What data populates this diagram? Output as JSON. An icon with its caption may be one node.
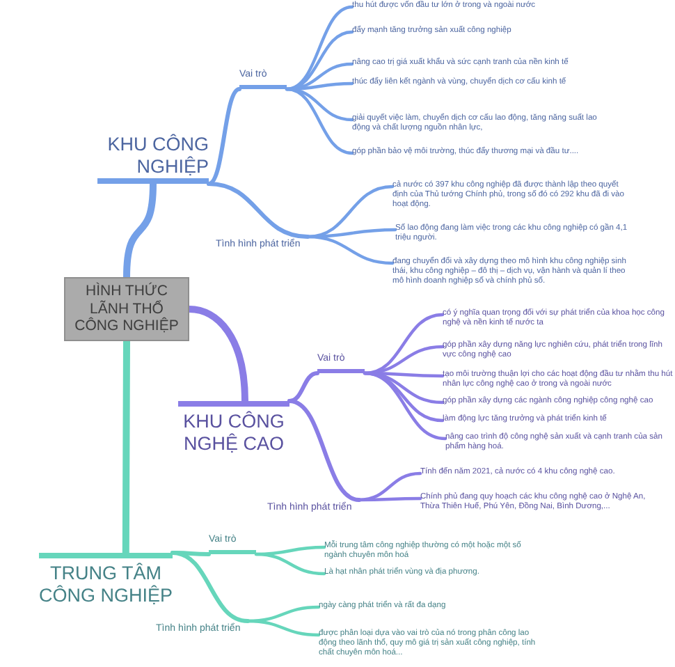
{
  "diagram": {
    "nodes": [
      {
        "text": [
          "HÌNH THỨC LÃNH THỔ CÔNG NGHIỆP"
        ]
      },
      {
        "text": [
          "KHU CÔNG NGHIỆP"
        ]
      },
      {
        "text": [
          "Vai trò"
        ]
      },
      {
        "text": [
          "thu hút được vốn đầu tư lớn ở trong và ngoài nước"
        ]
      },
      {
        "text": [
          "đẩy mạnh tăng trưởng sản xuất công nghiệp"
        ]
      },
      {
        "text": [
          "nâng cao trị giá xuất khẩu và sức cạnh tranh của nền kinh tế"
        ]
      },
      {
        "text": [
          "thúc đẩy liên kết ngành và vùng, chuyển dịch cơ cấu kinh tế"
        ]
      },
      {
        "text": [
          "giải quyết việc làm, chuyển dịch cơ cấu lao động, tăng năng suất lao động và chất lượng nguồn nhân lực,"
        ]
      },
      {
        "text": [
          "góp phần bảo vệ môi trường, thúc đẩy thương mại và đầu tư...."
        ]
      },
      {
        "text": [
          "Tình hình phát triển"
        ]
      },
      {
        "text": [
          "cả nước có 397 khu công nghiệp đã được thành lập theo quyết định của Thủ tướng Chính phủ, trong số đó có 292 khu đã đi vào hoạt động."
        ]
      },
      {
        "text": [
          "Số lao động đang làm việc trong các khu công nghiệp có gần 4,1 triệu người."
        ]
      },
      {
        "text": [
          "đang chuyển đổi và xây dựng theo mô hình khu công nghiệp sinh thái, khu công nghiệp – đô thị – dịch vụ, vận hành và quản lí theo mô hình doanh nghiệp số và chính phủ số."
        ]
      },
      {
        "text": [
          "KHU CÔNG NGHỆ CAO"
        ]
      },
      {
        "text": [
          "Vai trò"
        ]
      },
      {
        "text": [
          "có ý nghĩa quan trọng đối với sự phát triển của khoa học công nghệ và nền kinh tế nước ta"
        ]
      },
      {
        "text": [
          "góp phần xây dựng năng lực nghiên cứu, phát triển trong lĩnh vực công nghệ cao"
        ]
      },
      {
        "text": [
          "tạo môi trường thuận lợi cho các hoạt động đầu tư nhằm thu hút nhân lực công nghệ cao ở trong và ngoài nước"
        ]
      },
      {
        "text": [
          "góp phần xây dựng các ngành công nghiệp công nghệ cao"
        ]
      },
      {
        "text": [
          "làm động lực tăng trưởng và phát triển kinh tế"
        ]
      },
      {
        "text": [
          "nâng cao trình độ công nghệ sản xuất và cạnh tranh của sản phẩm hàng hoá."
        ]
      },
      {
        "text": [
          "Tình hình phát triển"
        ]
      },
      {
        "text": [
          "Tính đến năm 2021, cả nước có 4 khu công nghệ cao."
        ]
      },
      {
        "text": [
          "Chính phủ đang quy hoạch các khu công nghệ cao ở Nghệ An, Thừa Thiên Huế, Phú Yên, Đồng Nai, Bình Dương,..."
        ]
      },
      {
        "text": [
          "TRUNG TÂM CÔNG NGHIỆP"
        ]
      },
      {
        "text": [
          "Vai trò"
        ]
      },
      {
        "text": [
          "Mỗi trung tâm công nghiệp thường có một hoặc một số ngành chuyên môn hoá"
        ]
      },
      {
        "text": [
          "Là hạt nhân phát triển vùng và địa phương."
        ]
      },
      {
        "text": [
          "Tình hình phát triển"
        ]
      },
      {
        "text": [
          "ngày càng phát triển và rất đa dạng"
        ]
      },
      {
        "text": [
          "được phân loại dựa vào vai trò của nó trong phân công lao động theo lãnh thổ, quy mô giá trị sản xuất công nghiệp, tính chất chuyên môn hoá..."
        ]
      }
    ],
    "edges": [
      {
        "from": 0,
        "to": 1,
        "arrow": "none",
        "style": "thick"
      },
      {
        "from": 1,
        "to": 2,
        "arrow": "none"
      },
      {
        "from": 2,
        "to": 3,
        "arrow": "none"
      },
      {
        "from": 2,
        "to": 4,
        "arrow": "none"
      },
      {
        "from": 2,
        "to": 5,
        "arrow": "none"
      },
      {
        "from": 2,
        "to": 6,
        "arrow": "none"
      },
      {
        "from": 2,
        "to": 7,
        "arrow": "none"
      },
      {
        "from": 2,
        "to": 8,
        "arrow": "none"
      },
      {
        "from": 1,
        "to": 9,
        "arrow": "none"
      },
      {
        "from": 9,
        "to": 10,
        "arrow": "none"
      },
      {
        "from": 9,
        "to": 11,
        "arrow": "none"
      },
      {
        "from": 9,
        "to": 12,
        "arrow": "none"
      },
      {
        "from": 0,
        "to": 13,
        "arrow": "none",
        "style": "thick",
        "color": "#8a7de6"
      },
      {
        "from": 13,
        "to": 14,
        "arrow": "none",
        "color": "#8a7de6"
      },
      {
        "from": 14,
        "to": 15,
        "arrow": "none",
        "color": "#8a7de6"
      },
      {
        "from": 14,
        "to": 16,
        "arrow": "none",
        "color": "#8a7de6"
      },
      {
        "from": 14,
        "to": 17,
        "arrow": "none",
        "color": "#8a7de6"
      },
      {
        "from": 14,
        "to": 18,
        "arrow": "none",
        "color": "#8a7de6"
      },
      {
        "from": 14,
        "to": 19,
        "arrow": "none",
        "color": "#8a7de6"
      },
      {
        "from": 14,
        "to": 20,
        "arrow": "none",
        "color": "#8a7de6"
      },
      {
        "from": 13,
        "to": 21,
        "arrow": "none",
        "color": "#8a7de6"
      },
      {
        "from": 21,
        "to": 22,
        "arrow": "none",
        "color": "#8a7de6"
      },
      {
        "from": 21,
        "to": 23,
        "arrow": "none",
        "color": "#8a7de6"
      },
      {
        "from": 0,
        "to": 24,
        "arrow": "none",
        "style": "thick",
        "color": "#66d6bb"
      },
      {
        "from": 24,
        "to": 25,
        "arrow": "none",
        "color": "#66d6bb"
      },
      {
        "from": 25,
        "to": 26,
        "arrow": "none",
        "color": "#66d6bb"
      },
      {
        "from": 25,
        "to": 27,
        "arrow": "none",
        "color": "#66d6bb"
      },
      {
        "from": 24,
        "to": 28,
        "arrow": "none",
        "color": "#66d6bb"
      },
      {
        "from": 28,
        "to": 29,
        "arrow": "none",
        "color": "#66d6bb"
      },
      {
        "from": 28,
        "to": 30,
        "arrow": "none",
        "color": "#66d6bb"
      }
    ]
  }
}
